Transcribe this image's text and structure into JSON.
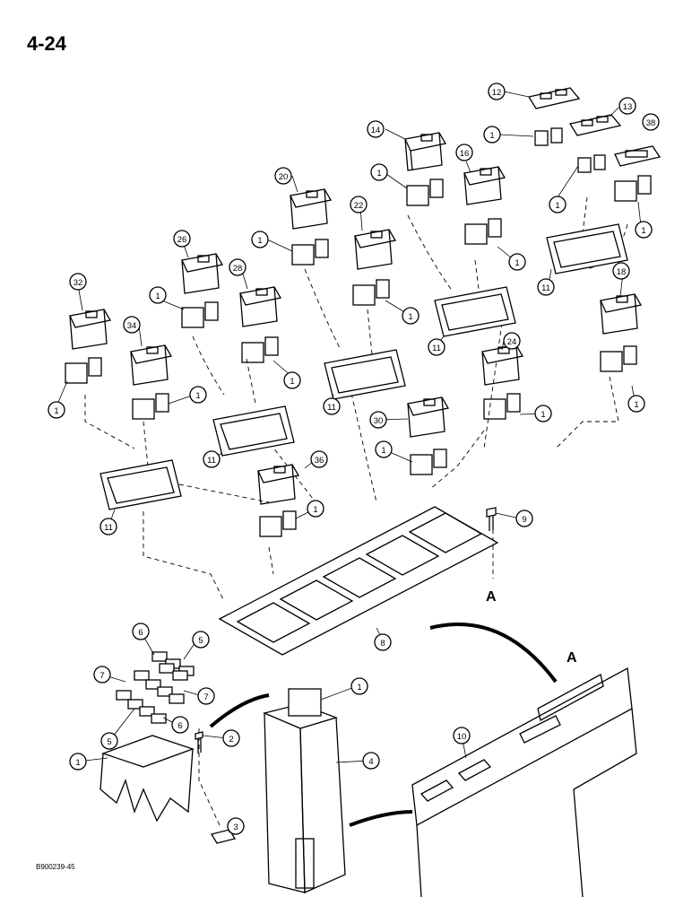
{
  "page_number": "4-24",
  "figure_id": "B900239-45",
  "view_marker": "A",
  "callouts": {
    "c1": "1",
    "c2": "2",
    "c3": "3",
    "c4": "4",
    "c5": "5",
    "c6": "6",
    "c7": "7",
    "c8": "8",
    "c9": "9",
    "c10": "10",
    "c11": "11",
    "c12": "12",
    "c13": "13",
    "c14": "14",
    "c16": "16",
    "c18": "18",
    "c20": "20",
    "c22": "22",
    "c24": "24",
    "c26": "26",
    "c28": "28",
    "c30": "30",
    "c32": "32",
    "c34": "34",
    "c36": "36",
    "c38": "38"
  }
}
